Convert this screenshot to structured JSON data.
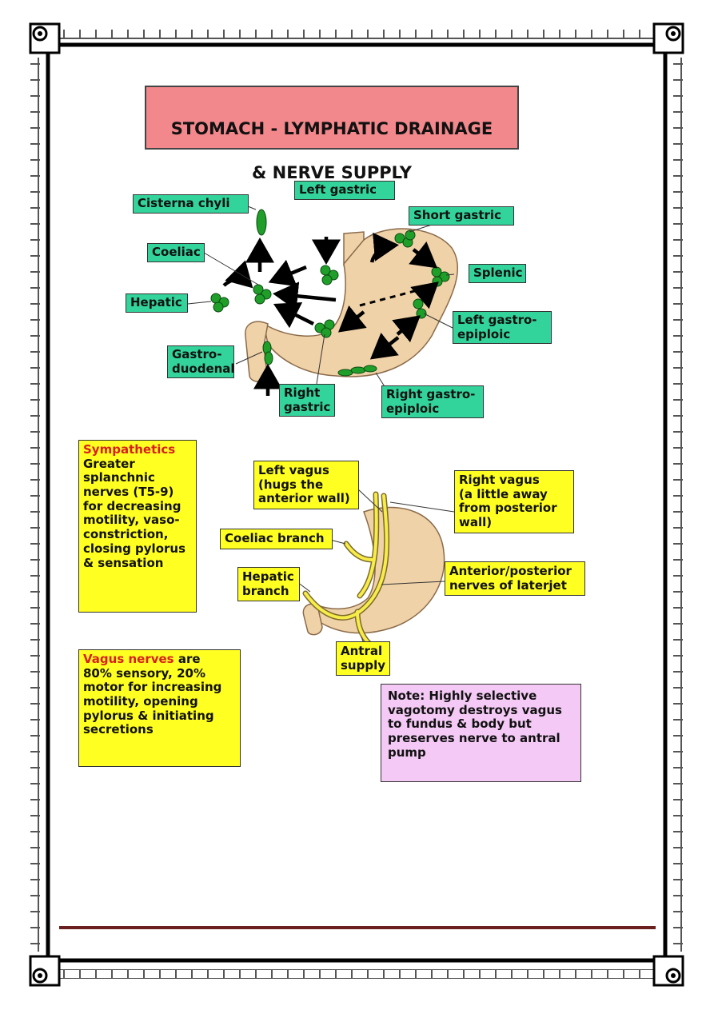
{
  "title": {
    "line1": "STOMACH - LYMPHATIC DRAINAGE",
    "line2": "& NERVE SUPPLY"
  },
  "lymph": {
    "cisterna_chyli": "Cisterna chyli",
    "left_gastric": "Left gastric",
    "short_gastric": "Short gastric",
    "coeliac": "Coeliac",
    "splenic": "Splenic",
    "hepatic": "Hepatic",
    "left_gastroepiploic": "Left gastro-\nepiploic",
    "gastroduodenal": "Gastro-\nduodenal",
    "right_gastric": "Right\ngastric",
    "right_gastroepiploic": "Right gastro-\nepiploic"
  },
  "nerves": {
    "sympathetics_heading": "Sympathetics",
    "sympathetics_text": "Greater\nsplanchnic\nnerves (T5-9)\nfor decreasing\nmotility, vaso-\nconstriction,\nclosing pylorus\n& sensation",
    "left_vagus": "Left vagus\n(hugs the\nanterior wall)",
    "right_vagus": "Right vagus\n(a little away\nfrom posterior\nwall)",
    "coeliac_branch": "Coeliac branch",
    "hepatic_branch": "Hepatic\nbranch",
    "laterjet": "Anterior/posterior\nnerves of laterjet",
    "antral_supply": "Antral\nsupply",
    "vagus_heading": "Vagus nerves",
    "vagus_text": " are\n80% sensory, 20%\nmotor for increasing\nmotility, opening\npylorus & initiating\nsecretions",
    "note": "Note: Highly selective\nvagotomy destroys vagus\nto fundus & body but\npreserves nerve to antral\npump"
  },
  "colors": {
    "teal": "#33d49b",
    "yellow": "#ffff22",
    "title_pink": "#f3888c",
    "note_pink": "#f4c9f5",
    "stomach": "#f0d2a8",
    "node": "#1f9f2a",
    "footer_line": "#6b1f1f"
  }
}
